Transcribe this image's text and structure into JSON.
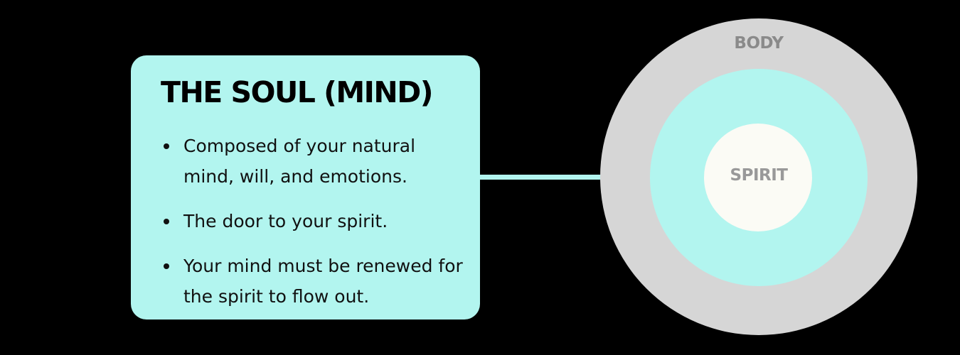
{
  "card": {
    "title": "THE SOUL (MIND)",
    "bullets": [
      "Composed of your natural mind, will, and emotions.",
      "The door to your spirit.",
      "Your mind must be renewed for the spirit to flow out."
    ]
  },
  "diagram": {
    "outer_label": "BODY",
    "inner_label": "SPIRIT"
  },
  "colors": {
    "background": "#000000",
    "soul": "#b2f5ef",
    "body": "#d6d6d6",
    "spirit": "#fbfbf5",
    "body_label": "#8a8a8a",
    "spirit_label": "#999999"
  }
}
